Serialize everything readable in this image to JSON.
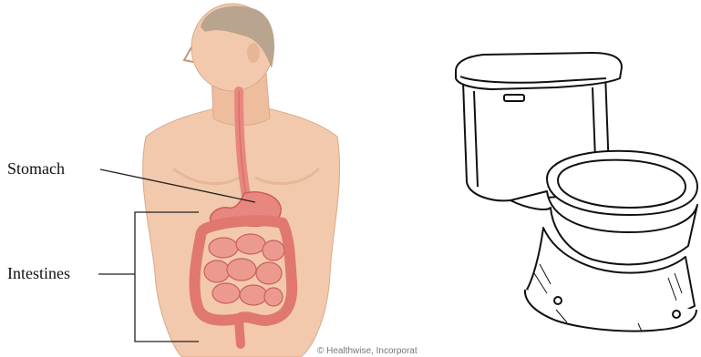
{
  "anatomy": {
    "labels": {
      "stomach": "Stomach",
      "intestines": "Intestines"
    },
    "credit": "© Healthwise, Incorporat"
  },
  "colors": {
    "skin": "#f2c9ac",
    "skin_shade": "#e6b293",
    "hair": "#b9a48f",
    "organ": "#e8877f",
    "organ_dark": "#c9605b",
    "line": "#222222"
  },
  "icons": {
    "figure": "human-torso-illustration",
    "toilet": "toilet-line-drawing"
  }
}
